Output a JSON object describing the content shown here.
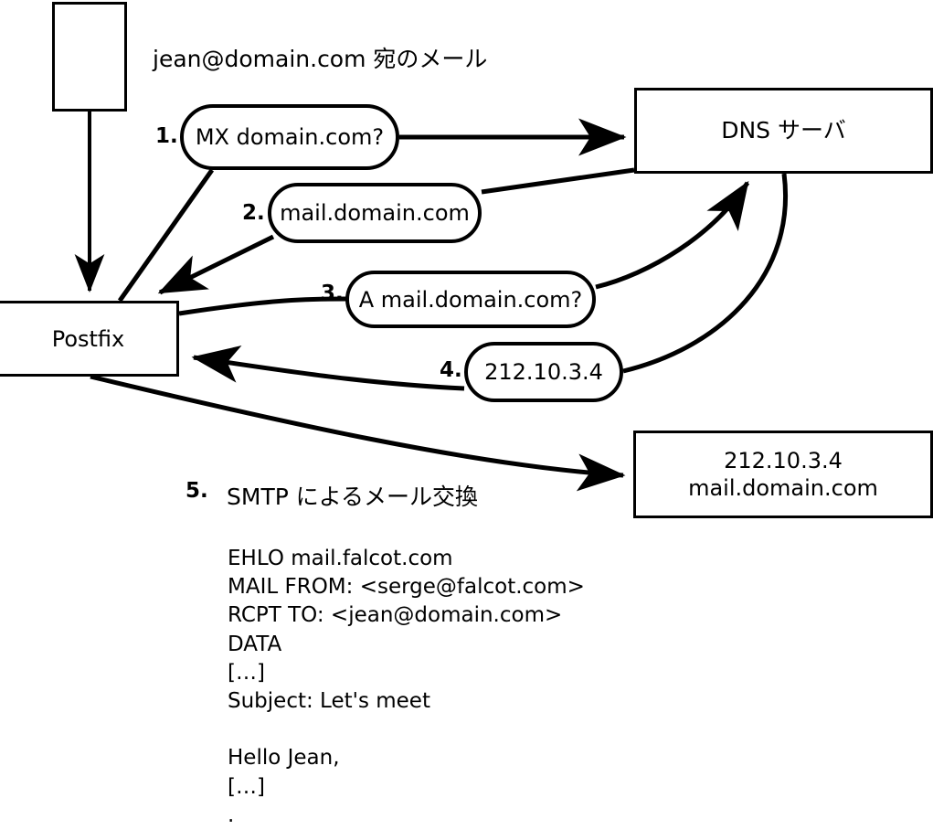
{
  "diagram": {
    "title": "jean@domain.com 宛のメール",
    "nodes": {
      "client": {
        "label": ""
      },
      "dns_server": {
        "label": "DNS サーバ"
      },
      "postfix": {
        "label": "Postfix"
      },
      "mail_server": {
        "label": "212.10.3.4\nmail.domain.com"
      }
    },
    "steps": [
      {
        "num": "1.",
        "label": "MX domain.com?"
      },
      {
        "num": "2.",
        "label": "mail.domain.com"
      },
      {
        "num": "3.",
        "label": "A mail.domain.com?"
      },
      {
        "num": "4.",
        "label": "212.10.3.4"
      },
      {
        "num": "5.",
        "label": "SMTP によるメール交換"
      }
    ],
    "smtp_transcript": "EHLO mail.falcot.com\nMAIL FROM: <serge@falcot.com>\nRCPT TO: <jean@domain.com>\nDATA\n[…]\nSubject: Let's meet\n\nHello Jean,\n[…]\n."
  },
  "colors": {
    "stroke": "#000000",
    "background": "#ffffff"
  }
}
